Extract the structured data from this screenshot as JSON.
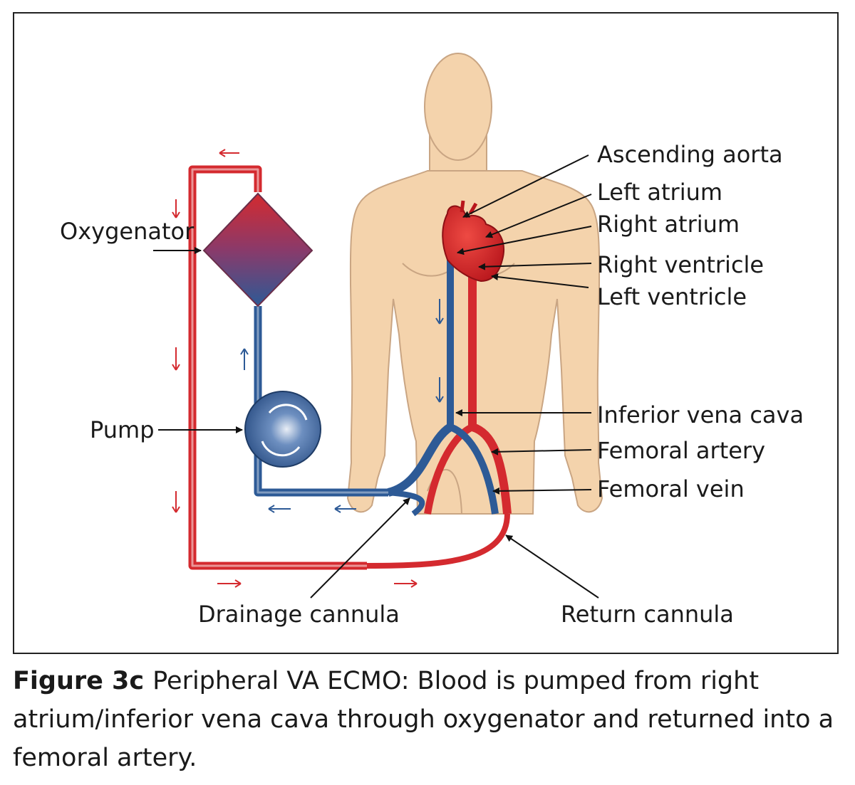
{
  "labels": {
    "oxygenator": "Oxygenator",
    "pump": "Pump",
    "ascending_aorta": "Ascending aorta",
    "left_atrium": "Left atrium",
    "right_atrium": "Right atrium",
    "right_ventricle": "Right ventricle",
    "left_ventricle": "Left ventricle",
    "inferior_vena_cava": "Inferior vena cava",
    "femoral_artery": "Femoral artery",
    "femoral_vein": "Femoral vein",
    "drainage_cannula": "Drainage cannula",
    "return_cannula": "Return cannula"
  },
  "caption": {
    "label": "Figure 3c",
    "text": "Peripheral VA ECMO: Blood is pumped from right atrium/inferior vena cava through oxygenator and returned into a femoral artery."
  },
  "colors": {
    "oxygenated": "#d42a2f",
    "deoxygenated": "#2d5a96",
    "skin": "#f4d3ac",
    "skin_outline": "#c9a583",
    "frame": "#222222"
  },
  "icons": [
    "arrow-left-icon",
    "arrow-right-icon",
    "arrow-down-icon",
    "arrow-up-icon"
  ]
}
